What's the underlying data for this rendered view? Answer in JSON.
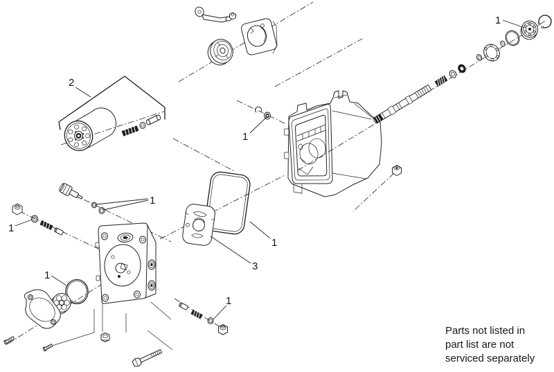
{
  "diagram": {
    "background": "#ffffff",
    "line_color": "#231f20",
    "callouts": [
      {
        "name": "bearing-assembly",
        "label": "1"
      },
      {
        "name": "shaft-seal",
        "label": "1"
      },
      {
        "name": "plug-oring-left",
        "label": "1"
      },
      {
        "name": "relief-valve-orings",
        "label": "1"
      },
      {
        "name": "rotating-group",
        "label": "2"
      },
      {
        "name": "cover-oring",
        "label": "1"
      },
      {
        "name": "housing-gasket",
        "label": "1"
      },
      {
        "name": "wear-plate",
        "label": "3"
      },
      {
        "name": "plug-oring-right",
        "label": "1"
      }
    ],
    "note": {
      "lines": [
        "Parts not listed in",
        "part list are not",
        "serviced separately"
      ]
    }
  }
}
